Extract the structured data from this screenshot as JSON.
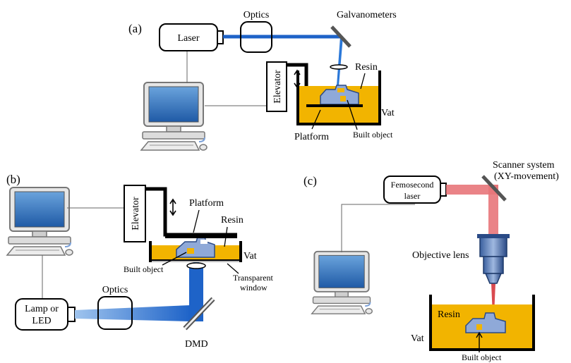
{
  "panel_a": {
    "tag": "(a)",
    "laser": "Laser",
    "optics": "Optics",
    "galvanometers": "Galvanometers",
    "elevator": "Elevator",
    "resin": "Resin",
    "vat": "Vat",
    "platform": "Platform",
    "built_object": "Built object"
  },
  "panel_b": {
    "tag": "(b)",
    "elevator": "Elevator",
    "platform": "Platform",
    "resin": "Resin",
    "vat": "Vat",
    "built_object": "Built object",
    "transparent_window_line1": "Transparent",
    "transparent_window_line2": "window",
    "optics": "Optics",
    "lamp_line1": "Lamp or",
    "lamp_line2": "LED",
    "dmd": "DMD"
  },
  "panel_c": {
    "tag": "(c)",
    "laser_line1": "Femosecond",
    "laser_line2": "laser",
    "scanner_line1": "Scanner system",
    "scanner_line2": "(XY-movement)",
    "objective_lens": "Objective lens",
    "resin": "Resin",
    "vat": "Vat",
    "built_object": "Built object"
  },
  "colors": {
    "blue_beam": "#1e63c8",
    "red_beam": "#e8767a",
    "resin": "#f2b400",
    "object": "#8fa9d8",
    "monitor_screen": "#2f6fb8"
  }
}
